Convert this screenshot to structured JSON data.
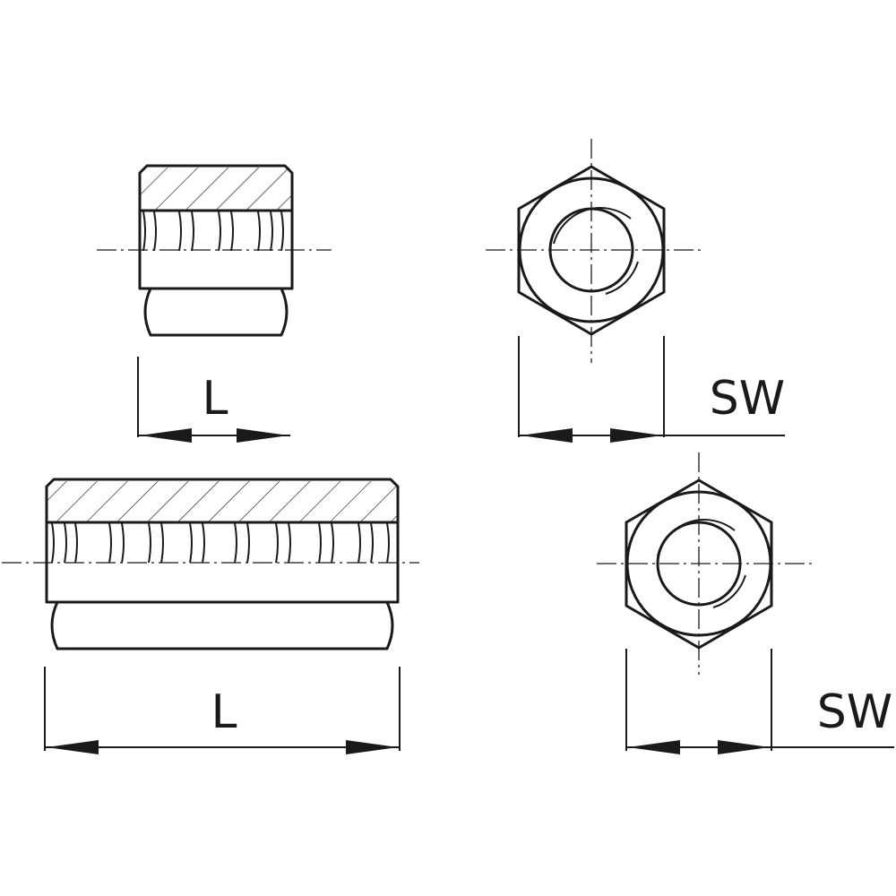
{
  "labels": {
    "short_length": "L",
    "short_width": "SW",
    "long_length": "L",
    "long_width": "SW"
  }
}
